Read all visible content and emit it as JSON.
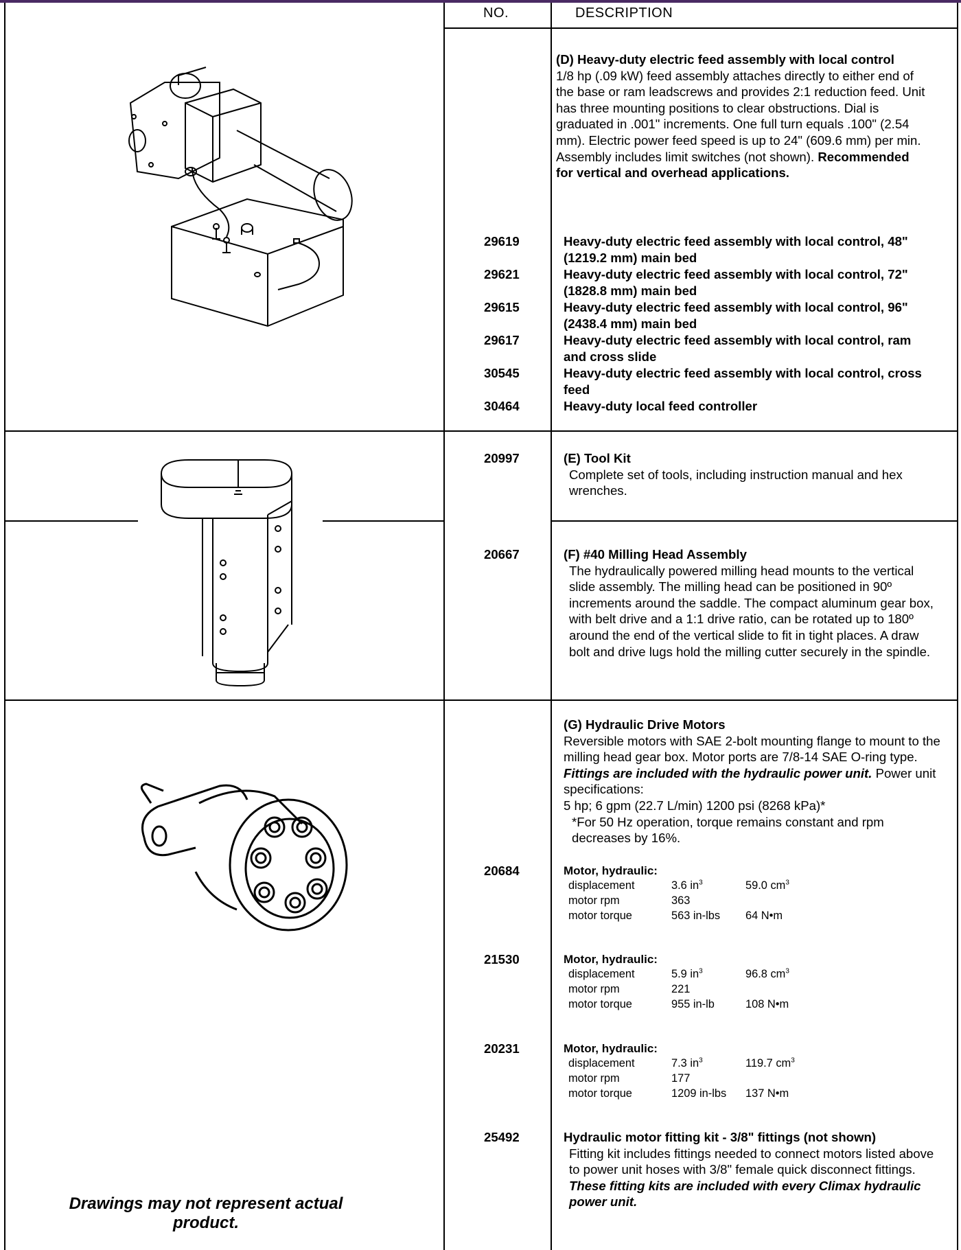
{
  "header": {
    "no": "NO.",
    "description": "DESCRIPTION"
  },
  "sections": {
    "d": {
      "title": "(D) Heavy-duty electric feed assembly with local control",
      "body": "1/8 hp (.09 kW) feed assembly attaches directly to either end of the base or ram leadscrews and provides 2:1 reduction feed. Unit has three mounting positions to clear obstructions. Dial is graduated in .001\" increments. One full turn equals .100\" (2.54 mm). Electric power feed speed is up to 24\" (609.6 mm) per min. Assembly includes limit switches (not shown).",
      "body_bold": "Recommended for vertical and overhead applications.",
      "items": [
        {
          "no": "29619",
          "desc": "Heavy-duty electric feed assembly with local control, 48\" (1219.2 mm) main bed"
        },
        {
          "no": "29621",
          "desc": "Heavy-duty electric feed assembly with local control, 72\" (1828.8 mm) main bed"
        },
        {
          "no": "29615",
          "desc": "Heavy-duty electric feed assembly with local control, 96\" (2438.4 mm) main bed"
        },
        {
          "no": "29617",
          "desc": "Heavy-duty electric feed assembly with local control, ram and cross slide"
        },
        {
          "no": "30545",
          "desc": "Heavy-duty electric feed assembly with local control, cross feed"
        },
        {
          "no": "30464",
          "desc": "Heavy-duty local feed controller"
        }
      ]
    },
    "e": {
      "no": "20997",
      "title": "(E) Tool Kit",
      "body": "Complete set of tools, including instruction manual and hex wrenches."
    },
    "f": {
      "no": "20667",
      "title": "(F) #40 Milling Head Assembly",
      "body": "The hydraulically powered milling head mounts to the vertical slide assembly. The milling head can be positioned in 90º increments around the saddle. The compact aluminum gear box, with belt drive and a 1:1 drive ratio, can be rotated up to 180º around the end of the vertical slide to fit in tight places. A draw bolt and drive lugs hold the milling cutter securely in the spindle."
    },
    "g": {
      "title": "(G) Hydraulic Drive Motors",
      "body1": "Reversible motors with SAE 2-bolt mounting flange to mount to the milling head gear box. Motor ports are 7/8-14 SAE O-ring type.",
      "body_bi": "Fittings are included with the hydraulic power unit.",
      "body2": "Power unit specifications:",
      "body3": "5 hp; 6 gpm (22.7 L/min) 1200 psi (8268 kPa)*",
      "note": "*For 50 Hz operation, torque remains constant and rpm decreases by 16%.",
      "motors": [
        {
          "no": "20684",
          "label": "Motor, hydraulic:",
          "disp_label": "displacement",
          "disp_in": "3.6 in",
          "disp_cm": "59.0 cm",
          "rpm_label": "motor rpm",
          "rpm": "363",
          "torque_label": "motor torque",
          "torque_in": "563 in-lbs",
          "torque_nm": "64 N•m"
        },
        {
          "no": "21530",
          "label": "Motor, hydraulic:",
          "disp_label": "displacement",
          "disp_in": "5.9 in",
          "disp_cm": "96.8 cm",
          "rpm_label": "motor rpm",
          "rpm": "221",
          "torque_label": "motor torque",
          "torque_in": "955 in-lb",
          "torque_nm": "108 N•m"
        },
        {
          "no": "20231",
          "label": "Motor, hydraulic:",
          "disp_label": "displacement",
          "disp_in": "7.3 in",
          "disp_cm": "119.7 cm",
          "rpm_label": "motor rpm",
          "rpm": "177",
          "torque_label": "motor torque",
          "torque_in": "1209 in-lbs",
          "torque_nm": "137 N•m"
        }
      ],
      "cube": "3",
      "kit": {
        "no": "25492",
        "title": "Hydraulic motor fitting kit - 3/8\" fittings (not shown)",
        "body": "Fitting kit includes fittings needed to connect motors listed  above to power unit hoses with 3/8\" female quick disconnect fittings.",
        "body_bi": "These fitting kits are included with every Climax hydraulic power unit."
      }
    }
  },
  "notice": "Drawings may not represent actual product."
}
